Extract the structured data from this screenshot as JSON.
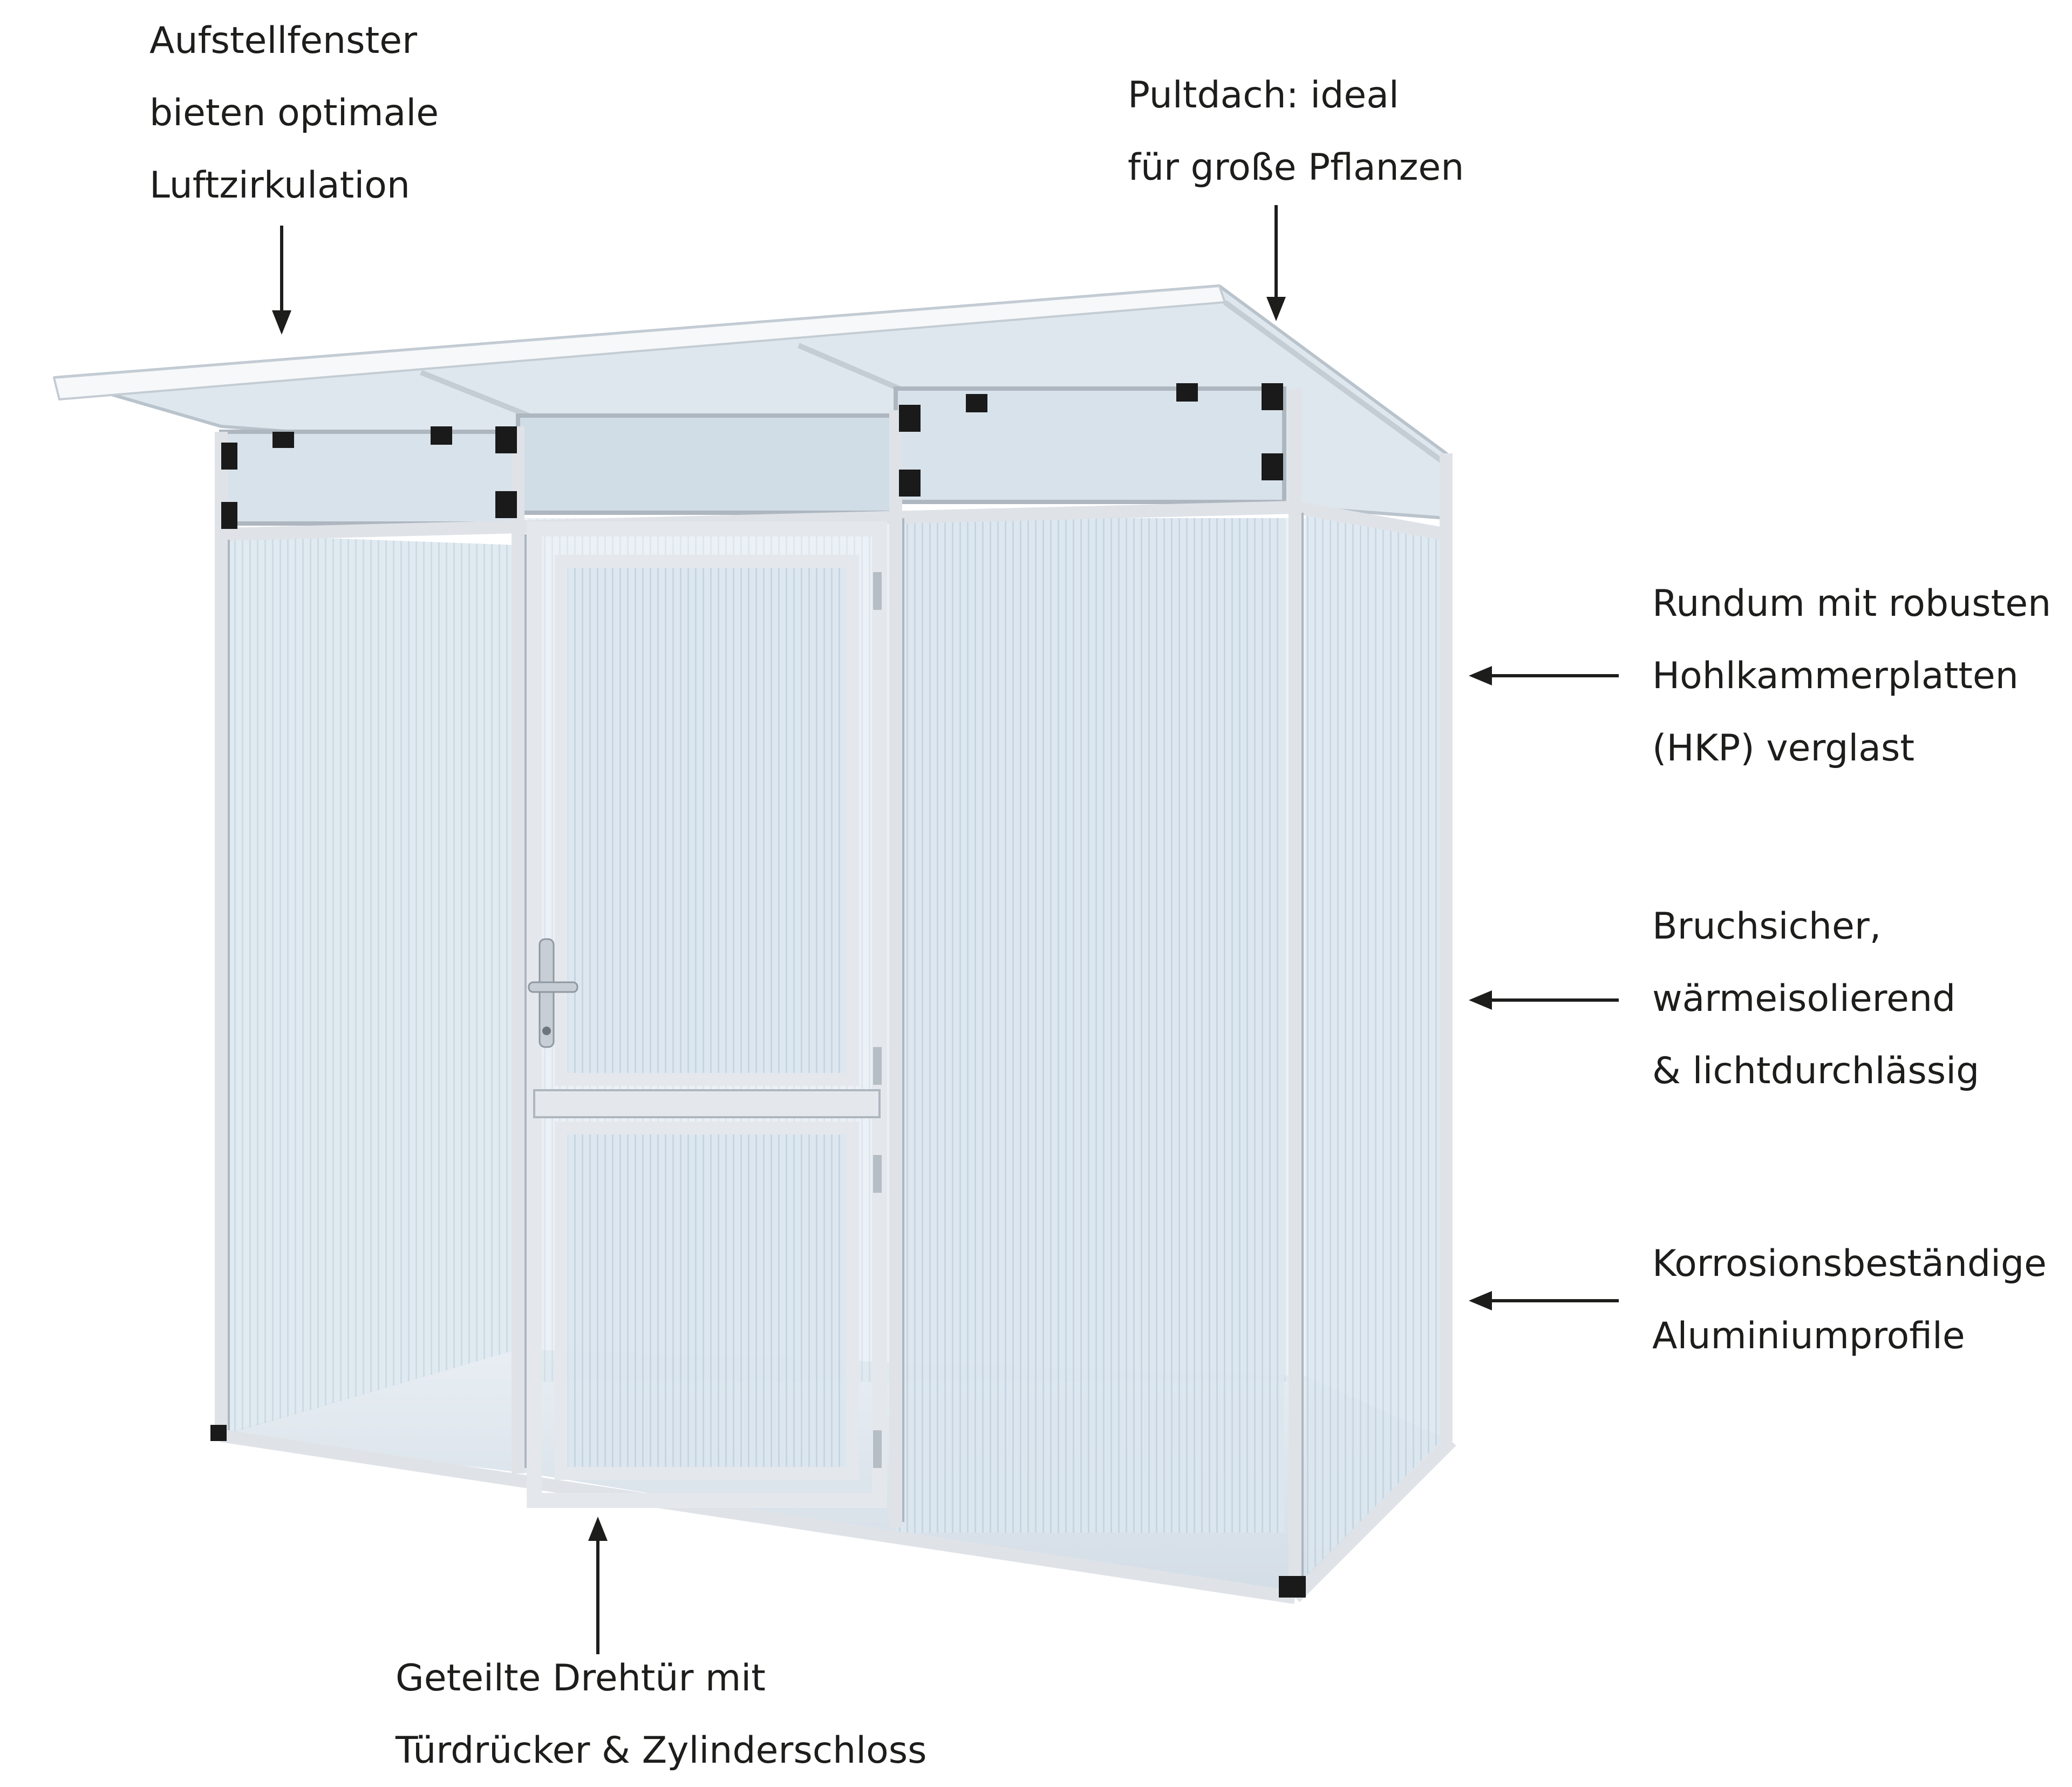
{
  "annotations": {
    "windows": [
      "Aufstellfenster",
      "bieten optimale",
      "Luftzirkulation"
    ],
    "roof": [
      "Pultdach: ideal",
      "für große Pflanzen"
    ],
    "panels": [
      "Rundum mit robusten",
      "Hohlkammerplatten",
      "(HKP) verglast"
    ],
    "properties": [
      "Bruchsicher,",
      "wärmeisolierend",
      "& lichtdurchlässig"
    ],
    "profiles": [
      "Korrosionsbeständige",
      "Aluminiumprofile"
    ],
    "door": [
      "Geteilte Drehtür mit",
      "Türdrücker & Zylinderschloss"
    ]
  },
  "colors": {
    "text": "#1d1d1b",
    "frame": "#dfe3e8",
    "frame_shadow": "#aeb6bf",
    "glass": "#dbe6ef",
    "hinge": "#1a1a1a",
    "roof": "#eef1f4"
  }
}
